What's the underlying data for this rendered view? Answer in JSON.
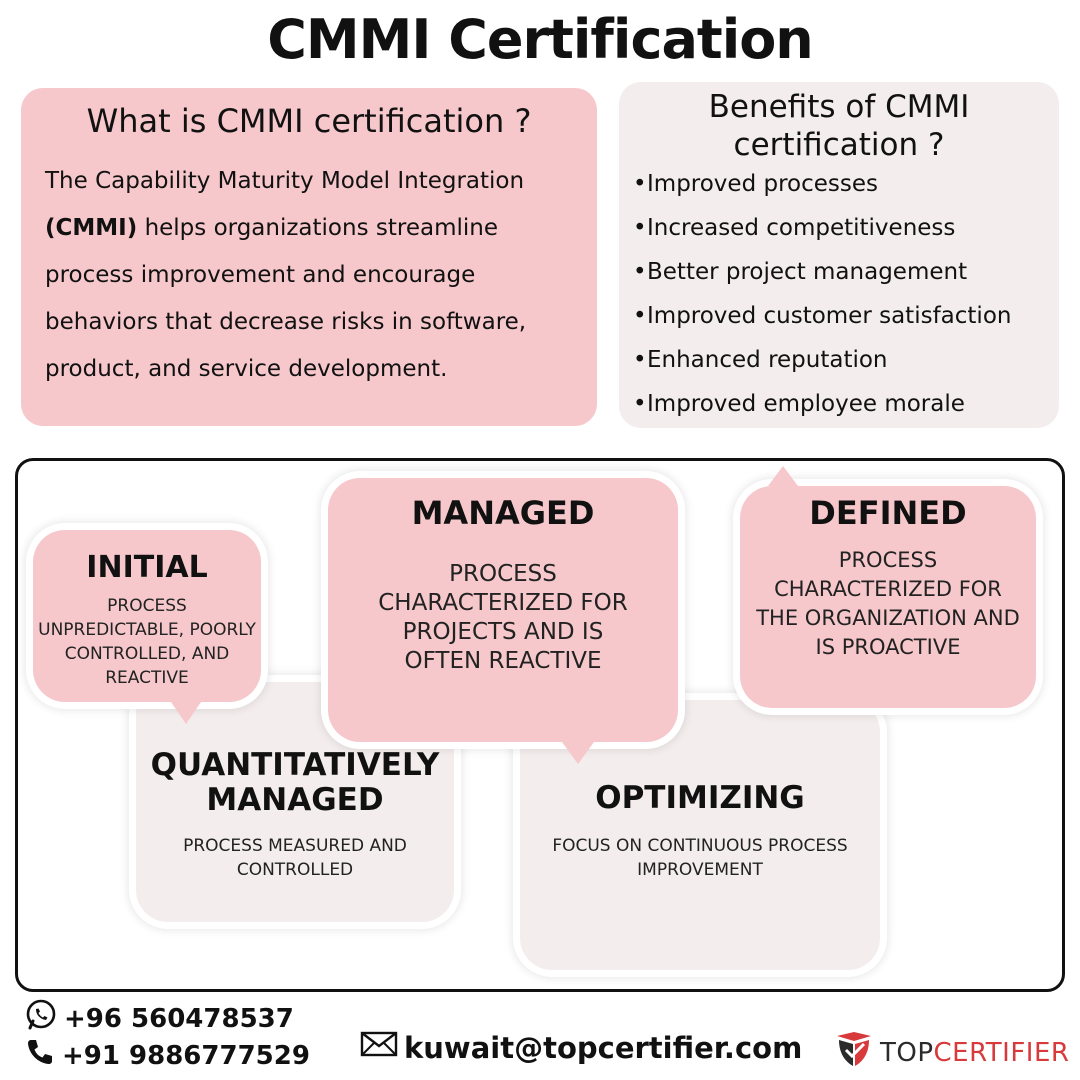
{
  "title": "CMMI Certification",
  "what": {
    "heading": "What is CMMI certification ?",
    "intro": "The Capability Maturity Model Integration",
    "bold": "(CMMI)",
    "rest": "helps organizations streamline process improvement and encourage behaviors that decrease risks in software, product, and service development."
  },
  "benefits": {
    "heading": "Benefits of CMMI certification ?",
    "items": [
      "Improved processes",
      "Increased competitiveness",
      "Better project management",
      "Improved customer satisfaction",
      "Enhanced reputation",
      "Improved employee morale"
    ]
  },
  "levels": {
    "initial": {
      "title": "INITIAL",
      "desc": "PROCESS UNPREDICTABLE, POORLY CONTROLLED, AND REACTIVE"
    },
    "managed": {
      "title": "MANAGED",
      "desc": "PROCESS CHARACTERIZED FOR PROJECTS AND IS OFTEN REACTIVE"
    },
    "defined": {
      "title": "DEFINED",
      "desc": "PROCESS CHARACTERIZED FOR THE ORGANIZATION AND IS PROACTIVE"
    },
    "quantitative": {
      "title": "QUANTITATIVELY MANAGED",
      "desc": "PROCESS MEASURED AND CONTROLLED"
    },
    "optimizing": {
      "title": "OPTIMIZING",
      "desc": "FOCUS ON CONTINUOUS PROCESS IMPROVEMENT"
    }
  },
  "contact": {
    "phone1": "+96 560478537",
    "phone2": "+91 9886777529",
    "email": "kuwait@topcertifier.com"
  },
  "brand": {
    "part1": "TOP",
    "part2": "CERTIFIER"
  },
  "colors": {
    "pink": "#f6c8cb",
    "grey": "#f3eded",
    "brand_red": "#d8393b"
  },
  "icons": [
    "whatsapp-icon",
    "phone-icon",
    "mail-icon",
    "shield-logo"
  ]
}
